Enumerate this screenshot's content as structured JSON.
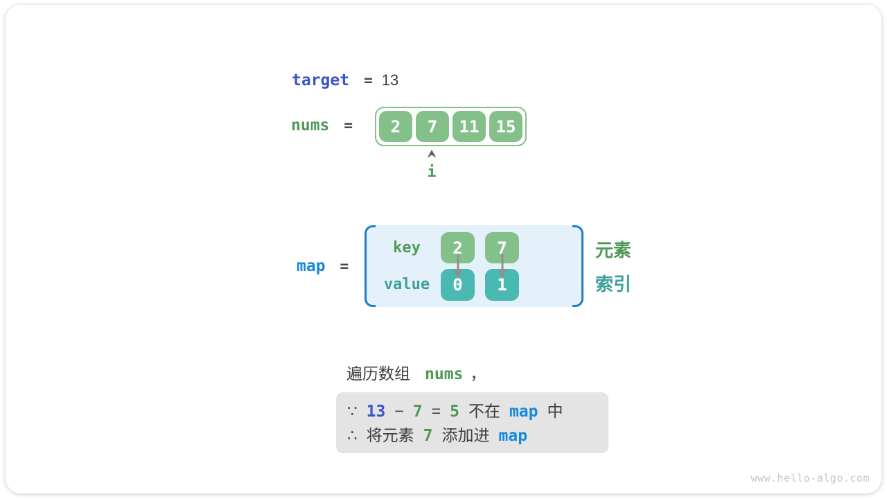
{
  "target_row": {
    "label": "target",
    "eq": "=",
    "value": "13"
  },
  "nums_row": {
    "label": "nums",
    "eq": "=",
    "cells": [
      "2",
      "7",
      "11",
      "15"
    ],
    "pointer_label": "i"
  },
  "map_row": {
    "label": "map",
    "eq": "=",
    "key_label": "key",
    "value_label": "value",
    "keys": [
      "2",
      "7"
    ],
    "values": [
      "0",
      "1"
    ],
    "element_label": "元素",
    "index_label": "索引"
  },
  "caption": {
    "prefix": "遍历数组",
    "code": "nums",
    "suffix": "，"
  },
  "note": {
    "line1": {
      "because": "∵",
      "minuend": "13",
      "minus": "−",
      "subtrahend": "7",
      "eq": "=",
      "difference": "5",
      "text_not_in": "不在",
      "map": "map",
      "text_in": "中"
    },
    "line2": {
      "therefore": "∴",
      "text_add1": "将元素",
      "num": "7",
      "text_add2": "添加进",
      "map": "map"
    }
  },
  "watermark": "www.hello-algo.com",
  "colors": {
    "royal_blue": "#3b54ca",
    "azure_blue": "#1789dc",
    "green_text": "#509957",
    "green_fill": "#84c18a",
    "teal_text": "#3fa099",
    "teal_fill": "#4ab9b1",
    "bracket_blue": "#1e7ec8",
    "map_bg": "#e4f1fa",
    "note_bg": "#e4e4e4",
    "dark_text": "#3f3f3f",
    "arrow_gray": "#8f8f8f",
    "caret_gray": "#606060",
    "watermark_gray": "#c8c8c8"
  }
}
